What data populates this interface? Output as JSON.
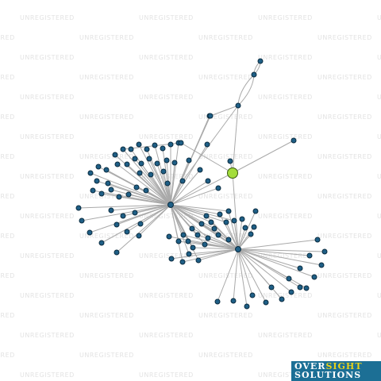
{
  "watermark": {
    "text": "UNREGISTERED"
  },
  "logo": {
    "part1": "OVER",
    "part2": "SIGHT",
    "line2": "SOLUTIONS"
  },
  "colors": {
    "edge": "#a9a9a9",
    "node": "#1f5f86",
    "focus_node": "#a3dd3c",
    "logo_bg": "#1c6f95",
    "logo_accent": "#e8d21a"
  },
  "graph": {
    "nodes": [
      {
        "id": "focus"
      },
      {
        "id": "hub1"
      },
      {
        "id": "hub2"
      },
      {
        "id": "chain1"
      },
      {
        "id": "chain2"
      },
      {
        "id": "chain3"
      },
      {
        "id": "n1"
      },
      {
        "id": "n2"
      },
      {
        "id": "n3"
      },
      {
        "id": "n4"
      },
      {
        "id": "n5"
      },
      {
        "id": "n6"
      },
      {
        "id": "n7"
      },
      {
        "id": "n8"
      }
    ],
    "edges": [
      [
        "focus",
        "hub1"
      ],
      [
        "focus",
        "hub2"
      ],
      [
        "focus",
        "chain1"
      ],
      [
        "chain1",
        "chain2"
      ],
      [
        "chain2",
        "chain3"
      ],
      [
        "hub1",
        "hub2"
      ],
      [
        "hub1",
        "n1"
      ],
      [
        "hub1",
        "n2"
      ],
      [
        "hub1",
        "n3"
      ],
      [
        "hub2",
        "n4"
      ],
      [
        "hub2",
        "n5"
      ]
    ]
  }
}
